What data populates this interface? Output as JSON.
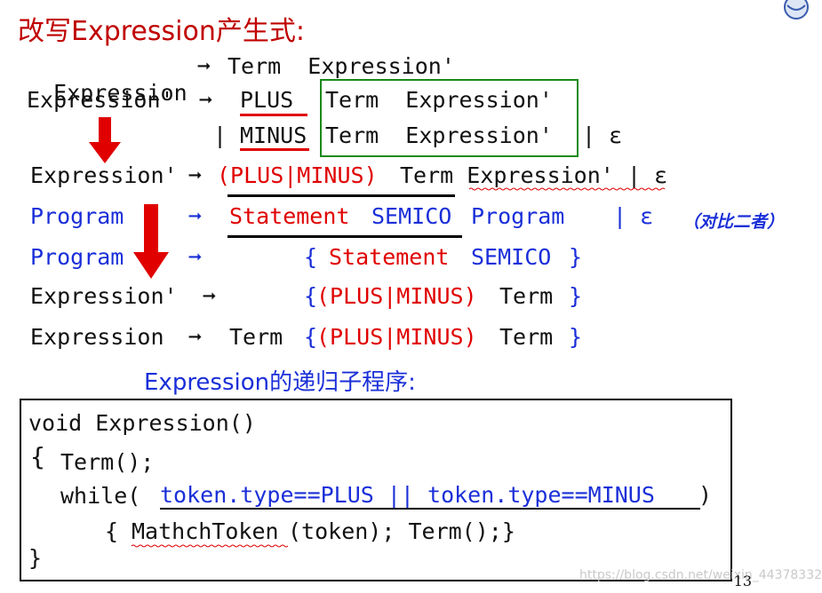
{
  "title": "改写Expression产生式:",
  "rules": {
    "r1_lhs": "Expression",
    "r1_arrow": "➞",
    "r1_rhs": "Term  Expression'",
    "r2_lhs": "Expression'",
    "r2_arrow": "➞",
    "r2_plus": "PLUS",
    "r2_rest": "Term  Expression'",
    "r3_bar": "|",
    "r3_minus": "MINUS",
    "r3_rest": "Term  Expression'",
    "r3_eps": "| ε",
    "r4_lhs": "Expression'",
    "r4_arrow": "➞",
    "r4_group": "(PLUS|MINUS)",
    "r4_rest": "Term Expression'",
    "r4_eps": "| ε",
    "r5_lhs": "Program",
    "r5_arrow": "➞",
    "r5_rhs_red": "Statement",
    "r5_semi": "SEMICO",
    "r5_prog": "Program",
    "r5_eps": "| ε",
    "r5_note": "（对比二者）",
    "r6_lhs": "Program",
    "r6_arrow": "➞",
    "r6_open": "{",
    "r6_stmt": "Statement",
    "r6_semi": "SEMICO",
    "r6_close": "}",
    "r7_lhs": "Expression'",
    "r7_arrow": "➞",
    "r7_open": "{",
    "r7_group": "(PLUS|MINUS)",
    "r7_term": "Term",
    "r7_close": "}",
    "r8_lhs": "Expression",
    "r8_arrow": "➞",
    "r8_term": "Term",
    "r8_open": "{",
    "r8_group": "(PLUS|MINUS)",
    "r8_term2": "Term",
    "r8_close": "}"
  },
  "subtitle": "Expression的递归子程序:",
  "code": {
    "l1": "void Expression()",
    "l2_brace": "{",
    "l2": "Term();",
    "l3_a": "while(",
    "l3_cond": "token.type==PLUS || token.type==MINUS",
    "l3_b": ")",
    "l4_a": "{ ",
    "l4_fn": "MathchToken",
    "l4_b": "(token); Term();}",
    "l5": "}"
  },
  "page_number": "13",
  "watermark": "https://blog.csdn.net/weixin_44378332",
  "colors": {
    "red": "#e00000",
    "blue": "#1a2fd8",
    "green": "#1a8a1a",
    "title": "#c00000"
  }
}
